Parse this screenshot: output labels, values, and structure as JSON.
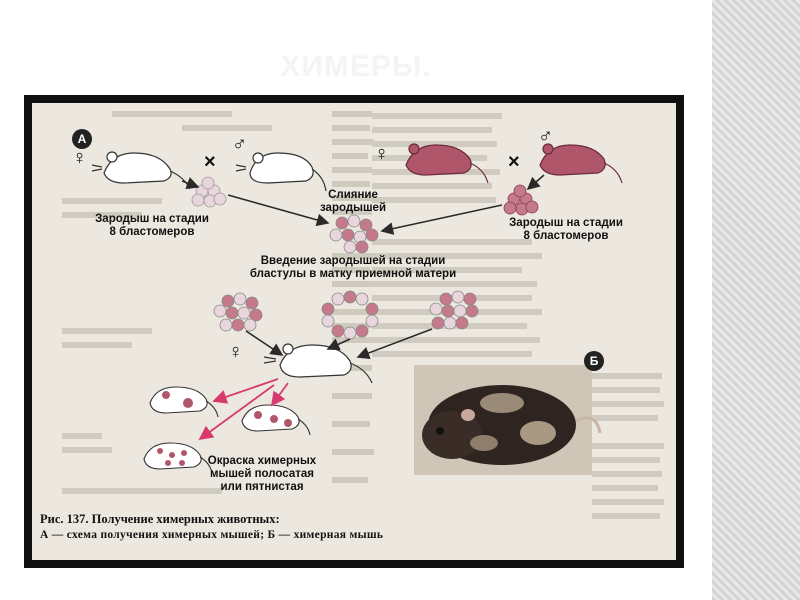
{
  "slide": {
    "title": "ХИМЕРЫ."
  },
  "figure": {
    "panel_a_label": "А",
    "panel_b_label": "Б",
    "female_symbol": "♀",
    "male_symbol": "♂",
    "cross_symbol": "×",
    "label_left_embryo": "Зародыш на стадии\n8 бластомеров",
    "label_right_embryo": "Зародыш на стадии\n8 бластомеров",
    "label_fusion": "Слияние\nзародышей",
    "label_transfer": "Введение зародышей на стадии\nбластулы в матку приемной матери",
    "label_coloring": "Окраска химерных\nмышей полосатая\nили пятнистая",
    "caption_line1": "Рис. 137. Получение химерных животных:",
    "caption_line2": "А — схема получения химерных мышей; Б — химерная мышь",
    "colors": {
      "white_mouse": "#ffffff",
      "dark_mouse": "#b0566a",
      "arrow_pink": "#d83a6e",
      "arrow_dark": "#2a2a2a",
      "page_bg": "#ece8df"
    }
  }
}
